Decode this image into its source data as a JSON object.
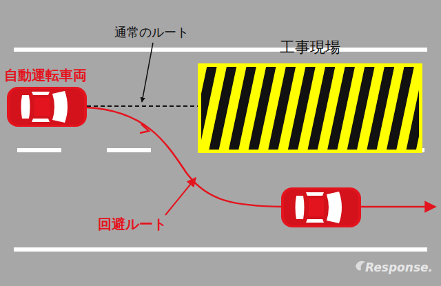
{
  "diagram": {
    "nodes": [
      {
        "text": [
          "工事現場"
        ]
      }
    ],
    "labels": [
      "通常のルート",
      "自動運転車両",
      "回避ルート",
      "Response."
    ]
  }
}
